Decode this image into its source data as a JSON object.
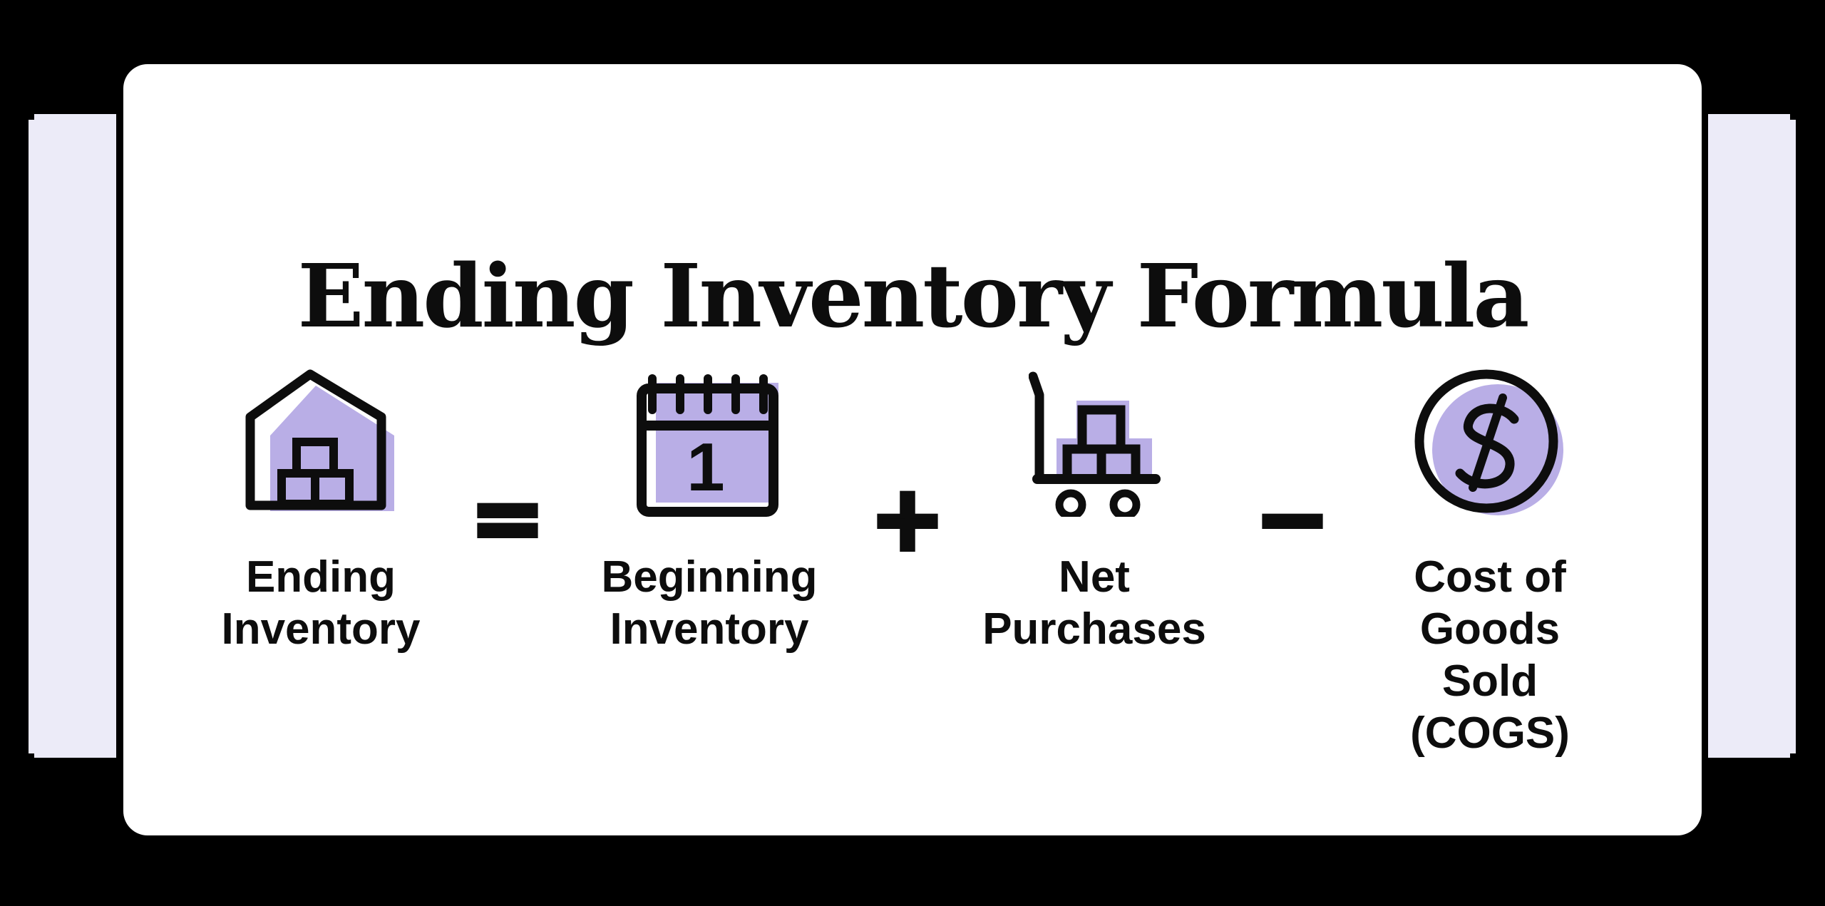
{
  "title": "Ending Inventory Formula",
  "formula": {
    "operators": [
      "=",
      "+",
      "−"
    ],
    "terms": [
      {
        "icon": "warehouse-icon",
        "label_lines": [
          "Ending",
          "Inventory"
        ]
      },
      {
        "icon": "calendar-icon",
        "label_lines": [
          "Beginning",
          "Inventory"
        ]
      },
      {
        "icon": "cart-icon",
        "label_lines": [
          "Net",
          "Purchases"
        ]
      },
      {
        "icon": "coin-icon",
        "label_lines": [
          "Cost of",
          "Goods Sold",
          "(COGS)"
        ]
      }
    ],
    "calendar_day": "1"
  },
  "colors": {
    "background": "#000000",
    "card": "#ffffff",
    "side_bar": "#ecebf8",
    "icon_fill": "#b9aee6",
    "ink": "#0d0d0d"
  }
}
